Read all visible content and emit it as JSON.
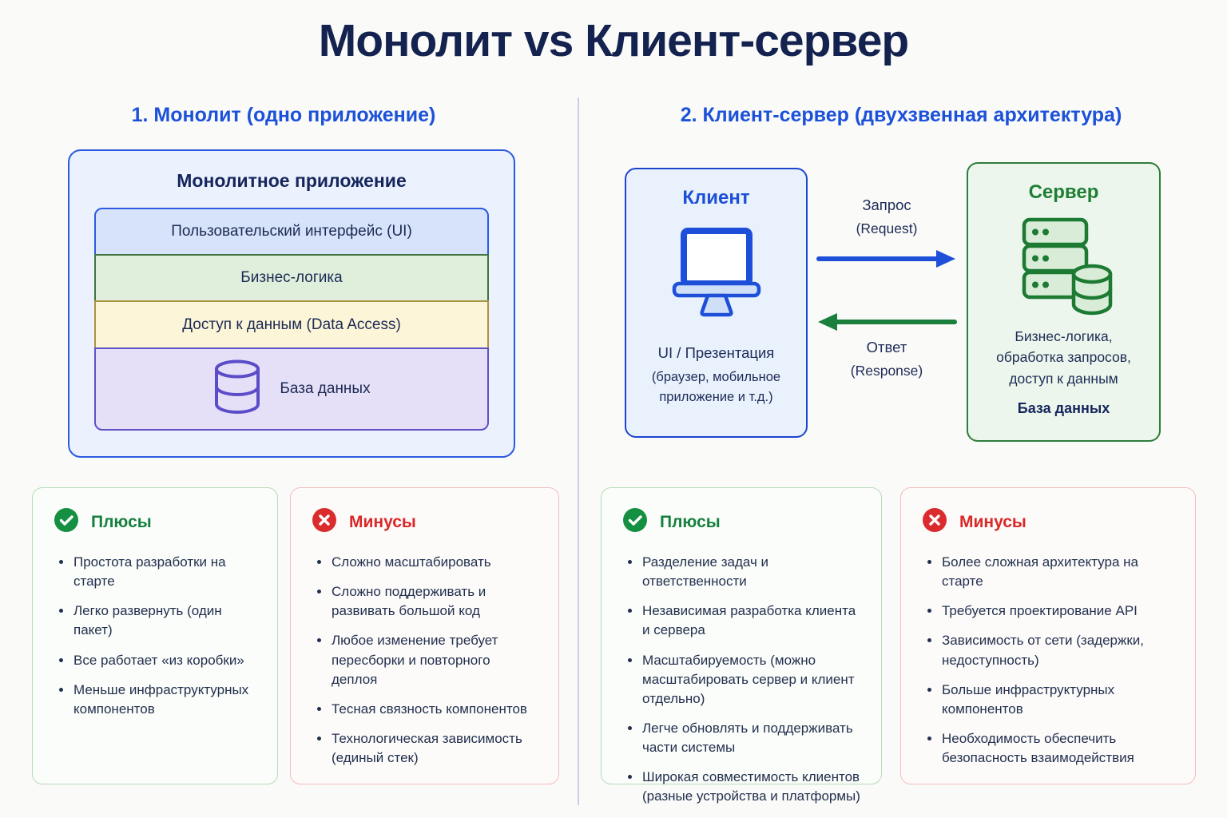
{
  "title": "Монолит vs Клиент-сервер",
  "colors": {
    "accent_blue": "#1d4fd8",
    "accent_green": "#15803d",
    "accent_red": "#dc2626",
    "accent_purple": "#5b4dc8",
    "navy_text": "#22304e"
  },
  "icons": {
    "check_icon": "✓",
    "x_icon": "✕",
    "monitor_icon": "desktop-computer",
    "server_icon": "server-stack",
    "database_icon": "database-cylinder"
  },
  "left": {
    "header": "1. Монолит (одно приложение)",
    "monolith": {
      "title": "Монолитное приложение",
      "layers": [
        {
          "label": "Пользовательский интерфейс (UI)",
          "tone": "blue"
        },
        {
          "label": "Бизнес-логика",
          "tone": "green"
        },
        {
          "label": "Доступ к данным (Data Access)",
          "tone": "yellow"
        },
        {
          "label": "База данных",
          "tone": "purple"
        }
      ]
    }
  },
  "right": {
    "header": "2. Клиент-сервер (двухзвенная архитектура)",
    "client": {
      "title": "Клиент",
      "subtitle": "UI / Презентация",
      "caption": "(браузер, мобильное приложение и т.д.)"
    },
    "flow": {
      "request_label": "Запрос",
      "request_sub": "(Request)",
      "response_label": "Ответ",
      "response_sub": "(Response)"
    },
    "server": {
      "title": "Сервер",
      "description": "Бизнес-логика, обработка запросов, доступ к данным",
      "db_label": "База данных"
    }
  },
  "panels": [
    {
      "type": "pros",
      "title": "Плюсы",
      "items": [
        "Простота разработки на старте",
        "Легко развернуть (один пакет)",
        "Все работает «из коробки»",
        "Меньше инфраструктурных компонентов"
      ]
    },
    {
      "type": "cons",
      "title": "Минусы",
      "items": [
        "Сложно масштабировать",
        "Сложно поддерживать и развивать большой код",
        "Любое изменение требует пересборки и повторного деплоя",
        "Тесная связность компонентов",
        "Технологическая зависимость (единый стек)"
      ]
    },
    {
      "type": "pros",
      "title": "Плюсы",
      "items": [
        "Разделение задач и ответственности",
        "Независимая разработка клиента и сервера",
        "Масштабируемость (можно масштабировать сервер и клиент отдельно)",
        "Легче обновлять и поддерживать части системы",
        "Широкая совместимость клиентов (разные устройства и платформы)"
      ]
    },
    {
      "type": "cons",
      "title": "Минусы",
      "items": [
        "Более сложная архитектура на старте",
        "Требуется проектирование API",
        "Зависимость от сети (задержки, недоступность)",
        "Больше инфраструктурных компонентов",
        "Необходимость обеспечить безопасность взаимодействия"
      ]
    }
  ]
}
